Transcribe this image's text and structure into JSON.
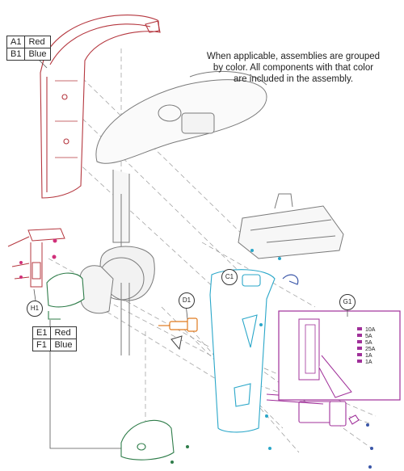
{
  "note": {
    "line1": "When applicable, assemblies are grouped",
    "line2": "by color. All components with that color",
    "line3": "are included in the assembly."
  },
  "legend_top": [
    {
      "code": "A1",
      "color_name": "Red"
    },
    {
      "code": "B1",
      "color_name": "Blue"
    }
  ],
  "legend_bottom": [
    {
      "code": "E1",
      "color_name": "Red"
    },
    {
      "code": "F1",
      "color_name": "Blue"
    }
  ],
  "callouts": {
    "h1": "H1",
    "d1": "D1",
    "c1": "C1",
    "g1": "G1"
  },
  "fuse_labels": [
    "10A",
    "5A",
    "5A",
    "25A",
    "1A",
    "1A"
  ],
  "colors": {
    "shroud_red": "#b5373f",
    "green_part": "#2f7d4a",
    "cyan_part": "#2aa7c9",
    "purple_part": "#a0309a",
    "orange_part": "#e07a1f",
    "magenta_screw": "#d0307a",
    "leader": "#555555"
  }
}
